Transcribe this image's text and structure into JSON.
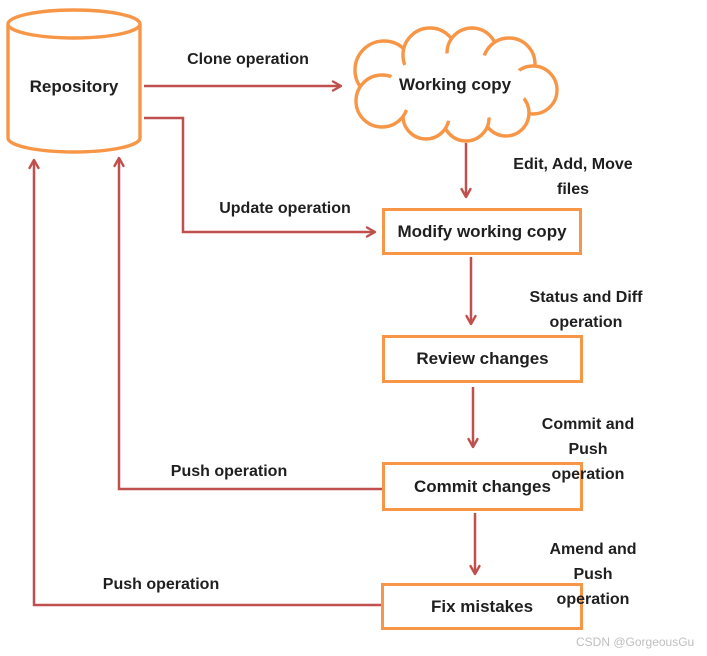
{
  "colors": {
    "shape_stroke": "#F79646",
    "arrow": "#C0504D",
    "text": "#1F1F1F",
    "watermark": "#BFBFBF"
  },
  "nodes": {
    "repository": "Repository",
    "working_copy": "Working copy",
    "modify_working_copy": "Modify working copy",
    "review_changes": "Review changes",
    "commit_changes": "Commit changes",
    "fix_mistakes": "Fix mistakes"
  },
  "edge_labels": {
    "clone": "Clone operation",
    "edit_add_move": "Edit, Add, Move files",
    "update": "Update operation",
    "status_diff": "Status and Diff operation",
    "commit_push": "Commit and Push\noperation",
    "push_from_commit": "Push operation",
    "amend_push": "Amend and Push\noperation",
    "push_from_fix": "Push operation"
  },
  "watermark": "CSDN @GorgeousGu"
}
